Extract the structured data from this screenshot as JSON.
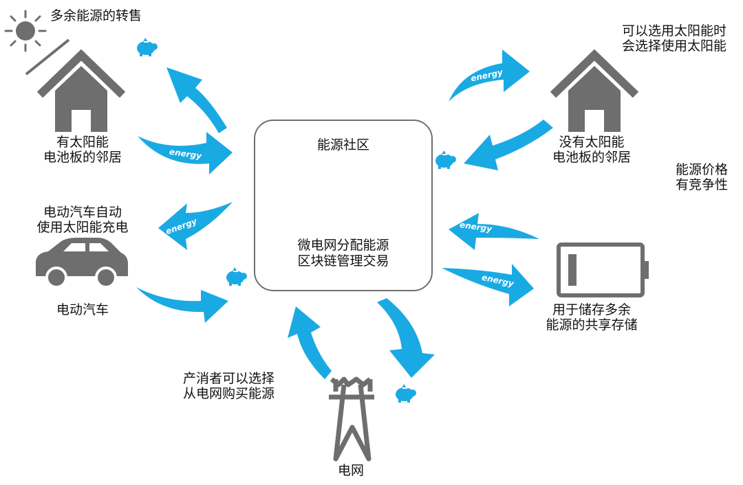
{
  "colors": {
    "arrow": "#1aaae3",
    "icon_gray": "#6e6e6e",
    "box_border": "#6f6f6f",
    "node_green": "#39b54a"
  },
  "labels": {
    "surplus_sale": "多余能源的转售",
    "solar_neighbor": [
      "有太阳能",
      "电池板的邻居"
    ],
    "ev_auto_charge": [
      "电动汽车自动",
      "使用太阳能充电"
    ],
    "ev": "电动汽车",
    "prosumer_buy": [
      "产消者可以选择",
      "从电网购买能源"
    ],
    "grid": "电网",
    "choose_solar": [
      "可以选用太阳能时",
      "会选择使用太阳能"
    ],
    "no_solar_neighbor": [
      "没有太阳能",
      "电池板的邻居"
    ],
    "competitive_price": [
      "能源价格",
      "有竞争性"
    ],
    "shared_storage": [
      "用于储存多余",
      "能源的共享存储"
    ]
  },
  "community": {
    "title": "能源社区",
    "desc": [
      "微电网分配能源",
      "区块链管理交易"
    ]
  },
  "arrow_text": "energy",
  "icons": [
    "sun-icon",
    "house-icon",
    "car-icon",
    "pylon-icon",
    "battery-icon",
    "computer-icon",
    "piggy-bank-icon"
  ]
}
